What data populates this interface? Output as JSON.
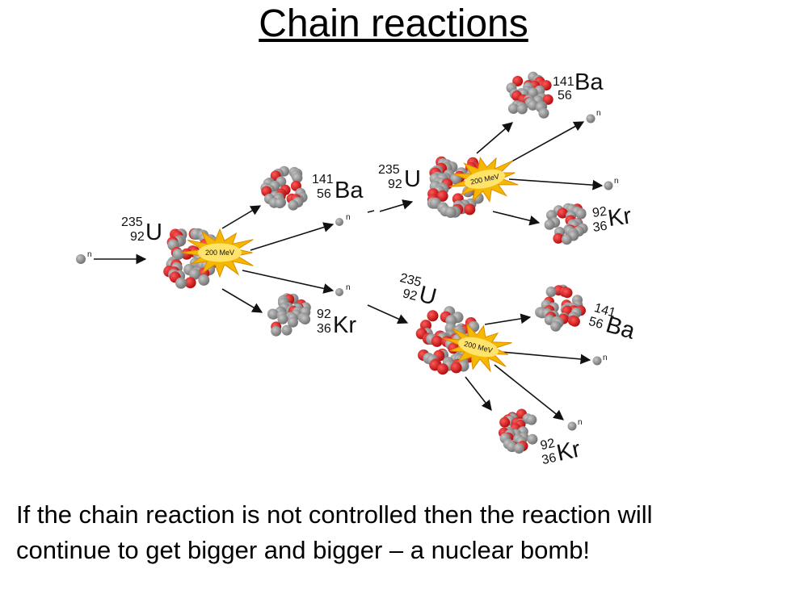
{
  "title": "Chain reactions",
  "caption": {
    "line1": "If the chain reaction is not controlled then the reaction will",
    "line2": "continue to get bigger and bigger – a nuclear bomb!"
  },
  "diagram": {
    "neutron_label": "n",
    "energy_label": "200 MeV",
    "uranium": {
      "mass": "235",
      "atomic": "92",
      "symbol": "U"
    },
    "barium": {
      "mass": "141",
      "atomic": "56",
      "symbol": "Ba"
    },
    "krypton": {
      "mass": "92",
      "atomic": "36",
      "symbol": "Kr"
    }
  },
  "colors": {
    "neutron": "#8a8a8a",
    "proton": "#d01818",
    "burst_outer": "#f5b800",
    "burst_inner": "#ffe36a"
  }
}
